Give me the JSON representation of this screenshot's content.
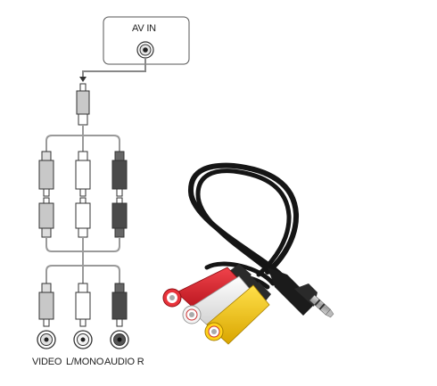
{
  "diagram": {
    "av_in_label": "AV IN",
    "port_labels": {
      "video": "VIDEO",
      "l_mono": "L/MONO",
      "audio_r": "AUDIO R"
    },
    "colors": {
      "plug_white": "#ffffff",
      "plug_gray": "#c8c8c8",
      "plug_dark": "#4a4a4a",
      "line": "#9a9a9a"
    }
  },
  "photo": {
    "cable": "3.5mm to 3 RCA female adapter cable",
    "connector_colors": [
      "#d8202a",
      "#f2f2f2",
      "#f5c400"
    ],
    "jack_color": "#1a1a1a"
  }
}
